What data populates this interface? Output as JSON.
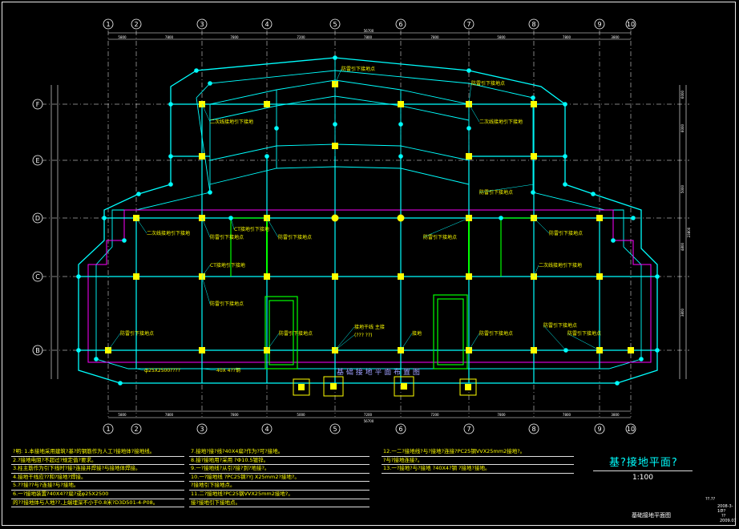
{
  "grid": {
    "columns": [
      "1",
      "2",
      "3",
      "4",
      "5",
      "6",
      "7",
      "8",
      "9",
      "10"
    ],
    "rows": [
      "F",
      "E",
      "D",
      "C",
      "B"
    ]
  },
  "dimensions": {
    "top_spans": [
      "5800",
      "7800",
      "7800",
      "7200",
      "7800",
      "7800",
      "5800",
      "7800",
      "3800"
    ],
    "top_total": "56700",
    "bottom_spans": [
      "5800",
      "7800",
      "7800",
      "5000",
      "7200",
      "7200",
      "7800",
      "7800",
      "3800"
    ],
    "bottom_total": "56700",
    "side_spans": [
      "6000",
      "6000",
      "5000",
      "4800",
      "3800"
    ],
    "side_total": "23800"
  },
  "callouts": [
    {
      "text": "防雷引下接地点"
    },
    {
      "text": "防雷引下接地点"
    },
    {
      "text": "二次线接地引下接地"
    },
    {
      "text": "二次线接地引下接地"
    },
    {
      "text": "防雷引下接地点"
    },
    {
      "text": "CT接地引下接地"
    },
    {
      "text": "防雷引下接地点"
    },
    {
      "text": "防雷引下接地点"
    },
    {
      "text": "二次线接地引下接地"
    },
    {
      "text": "防雷引下接地点"
    },
    {
      "text": "防雷引下接地点"
    },
    {
      "text": "CT接地引下接地"
    },
    {
      "text": "二次线接地引下接地"
    },
    {
      "text": "防雷引下接地点"
    },
    {
      "text": "防雷引下接地点"
    },
    {
      "text": "防雷引下接地点"
    },
    {
      "text": "接地干线 主接"
    },
    {
      "text": "(??? ??)"
    },
    {
      "text": "接地"
    },
    {
      "text": "防雷引下接地点"
    },
    {
      "text": "防雷引下接地点"
    },
    {
      "text": "防雷引下接地点"
    },
    {
      "text": "ф25X2500????"
    },
    {
      "text": "40X 4??钢"
    }
  ],
  "notes": {
    "col1": [
      "?明: 1.本接地采用建筑?基?的钢筋作为人工?接地体?接地线。",
      "2.?接地电阻?不超过?规定值?要求。",
      "3.柱主筋作为引下线时?接?连接并焊接?与接地体焊接。",
      "4.接地干线应??和?接地?焊接。",
      "5.??接??与?连接?与?接地。",
      "6.一?接地装置?40X4??扁?或φ25X2500",
      "的??接地体与人地??,上端埋深不小于0.8米?D3D501-4-P08。"
    ],
    "col2": [
      "7.接地?接?线?40X4扁?作为?可?接地。",
      "8.接?接地用?采用 ?Ф10.5镀锌。",
      "9.一?接地线?从引?接?到?地接?。",
      "10.一?接地线 ?PC25钢?YJ X25mm2?接地?。",
      "?接地引下接地点。",
      "11.二?接地线?PC25钢VVX25mm2接地?。",
      "接?接地引下接地点。"
    ],
    "col3": [
      "12.一二?接地线?与?接地?连接?PC25钢VVX25mm2接地?。",
      "?与?接地连接?。",
      "13.一?接地?与?接地 ?40X4?钢 ?接地?接地。",
      "",
      "",
      "",
      ""
    ]
  },
  "title": {
    "main": "基?接地平面?",
    "scale": "1:100",
    "overlay": "基 础 接 地 平 面 布 置 图"
  },
  "titleblock": {
    "sheet_name": "基础接地平面图",
    "project": "??.??",
    "row1": "2008-3-10",
    "row2": "??",
    "row3": "??",
    "row4": "2009.07"
  },
  "colors": {
    "cyan": "#00ffff",
    "yellow": "#ffff00",
    "green": "#00ff00",
    "magenta": "#ff00ff",
    "white": "#ffffff"
  }
}
